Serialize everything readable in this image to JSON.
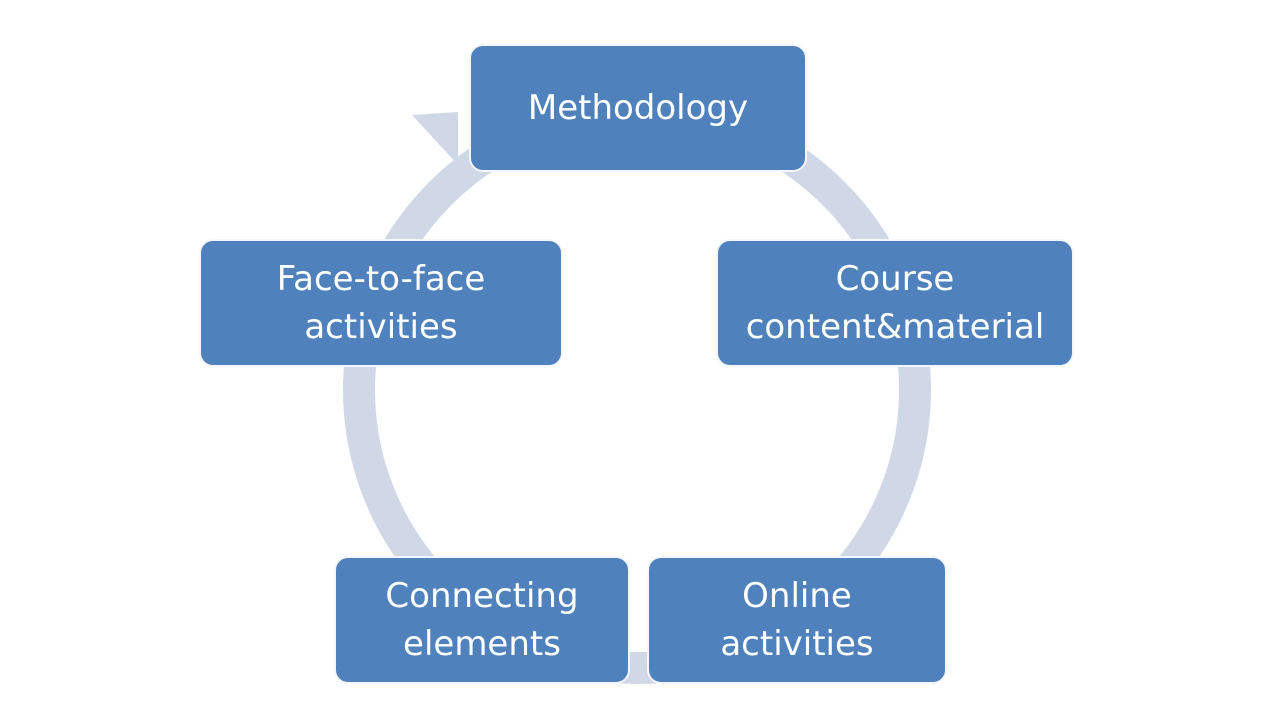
{
  "colors": {
    "node": "#4f81bd",
    "arrow": "#d0d8e8",
    "text": "#ffffff"
  },
  "nodes": [
    {
      "lines": [
        "Methodology"
      ]
    },
    {
      "lines": [
        "Course",
        "content&material"
      ]
    },
    {
      "lines": [
        "Online",
        "activities"
      ]
    },
    {
      "lines": [
        "Connecting",
        "elements"
      ]
    },
    {
      "lines": [
        "Face-to-face",
        "activities"
      ]
    }
  ]
}
